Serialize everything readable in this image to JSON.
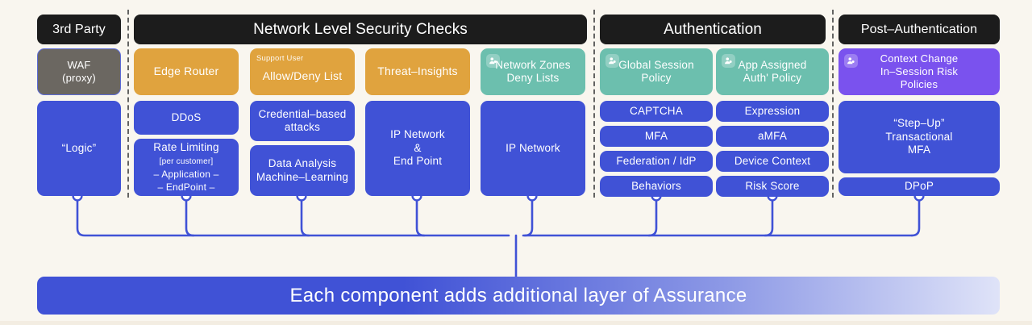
{
  "theme": {
    "background": "#f9f6ef",
    "header_black": "#1c1c1c",
    "gray": "#6b6761",
    "orange": "#e0a33e",
    "teal": "#6cbfae",
    "blue": "#4052d6",
    "purple": "#7a52ee",
    "wire": "#4052d6"
  },
  "headers": {
    "third_party": "3rd Party",
    "network": "Network Level Security Checks",
    "authentication": "Authentication",
    "post_authentication": "Post–Authentication"
  },
  "columns": {
    "third_party": {
      "waf_line1": "WAF",
      "waf_line2": "(proxy)",
      "logic": "“Logic”"
    },
    "network": {
      "edge_router": "Edge Router",
      "allow_deny_caption": "Support User",
      "allow_deny": "Allow/Deny List",
      "threat_insights": "Threat–Insights",
      "network_zones_line1": "Network Zones",
      "network_zones_line2": "Deny Lists",
      "ddos": "DDoS",
      "rate_limiting_title": "Rate Limiting",
      "rate_limiting_sub": "[per customer]",
      "rate_limiting_l1": "– Application –",
      "rate_limiting_l2": "– EndPoint –",
      "credential_l1": "Credential–based",
      "credential_l2": "attacks",
      "data_analysis_l1": "Data Analysis",
      "data_analysis_l2": "Machine–Learning",
      "ip_network_ep_l1": "IP Network",
      "ip_network_ep_l2": "&",
      "ip_network_ep_l3": "End Point",
      "ip_network": "IP Network"
    },
    "authentication": {
      "global_session_l1": "Global Session",
      "global_session_l2": "Policy",
      "app_assigned_l1": "App Assigned",
      "app_assigned_l2": "Auth' Policy",
      "captcha": "CAPTCHA",
      "mfa": "MFA",
      "federation": "Federation / IdP",
      "behaviors": "Behaviors",
      "expression": "Expression",
      "amfa": "aMFA",
      "device_context": "Device Context",
      "risk_score": "Risk Score"
    },
    "post_authentication": {
      "context_change_l1": "Context Change",
      "context_change_l2": "In–Session Risk",
      "context_change_l3": "Policies",
      "step_up_l1": "“Step–Up”",
      "step_up_l2": "Transactional",
      "step_up_l3": "MFA",
      "dpop": "DPoP"
    }
  },
  "banner": {
    "text": "Each component adds additional layer of Assurance"
  },
  "icons": {
    "user_badge": "user-icon"
  }
}
